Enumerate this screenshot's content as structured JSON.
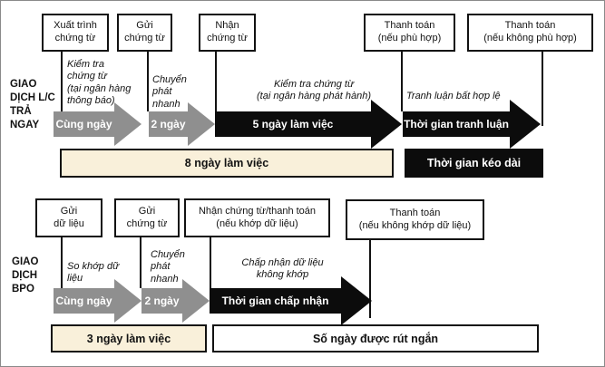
{
  "colors": {
    "cream": "#f9f0da",
    "gray": "#8f8f8f",
    "black": "#0c0c0c"
  },
  "lc": {
    "section_label": "GIAO\nDỊCH L/C\nTRẢ\nNGAY",
    "boxes": [
      {
        "label": "Xuất trình\nchứng từ"
      },
      {
        "label": "Gửi\nchứng từ"
      },
      {
        "label": "Nhận\nchứng từ"
      },
      {
        "label": "Thanh toán\n(nếu phù hợp)"
      },
      {
        "label": "Thanh toán\n(nếu không phù hợp)"
      }
    ],
    "annotations": [
      {
        "text": "Kiểm tra\nchứng từ\n(tại ngân hàng\nthông báo)"
      },
      {
        "text": "Chuyển\nphát\nnhanh"
      },
      {
        "text": "Kiểm tra chứng từ\n(tại ngân hàng phát hành)"
      },
      {
        "text": "Tranh luận bất hợp lệ"
      }
    ],
    "arrows": [
      {
        "label": "Cùng ngày",
        "color": "gray"
      },
      {
        "label": "2 ngày",
        "color": "gray"
      },
      {
        "label": "5 ngày làm việc",
        "color": "black"
      },
      {
        "label": "Thời gian tranh luận",
        "color": "black"
      }
    ],
    "bars": [
      {
        "label": "8 ngày làm việc",
        "style": "cream"
      },
      {
        "label": "Thời gian kéo dài",
        "style": "black"
      }
    ]
  },
  "bpo": {
    "section_label": "GIAO\nDỊCH\nBPO",
    "boxes": [
      {
        "label": "Gửi\ndữ liệu"
      },
      {
        "label": "Gửi\nchứng từ"
      },
      {
        "label": "Nhận chứng từ/thanh toán\n(nếu khớp dữ liệu)"
      },
      {
        "label": "Thanh toán\n(nếu không khớp dữ liệu)"
      }
    ],
    "annotations": [
      {
        "text": "So khớp dữ\nliệu"
      },
      {
        "text": "Chuyển\nphát\nnhanh"
      },
      {
        "text": "Chấp nhận dữ liệu\nkhông khớp"
      }
    ],
    "arrows": [
      {
        "label": "Cùng ngày",
        "color": "gray"
      },
      {
        "label": "2 ngày",
        "color": "gray"
      },
      {
        "label": "Thời gian chấp nhận",
        "color": "black"
      }
    ],
    "bars": [
      {
        "label": "3 ngày làm việc",
        "style": "cream"
      },
      {
        "label": "Số ngày được rút ngắn",
        "style": "white"
      }
    ]
  }
}
